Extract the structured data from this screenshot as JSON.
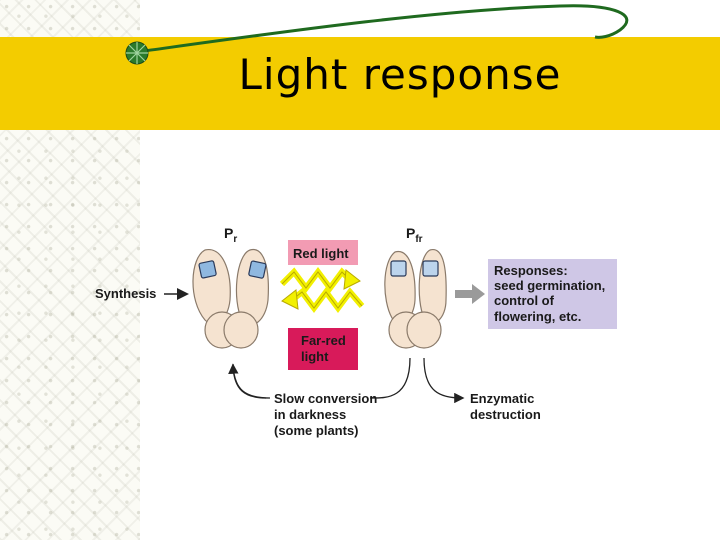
{
  "slide": {
    "title": "Light response"
  },
  "diagram": {
    "pr_label": "P",
    "pr_sub": "r",
    "pfr_label": "P",
    "pfr_sub": "fr",
    "red_light": "Red light",
    "far_red_light": [
      "Far-red",
      "light"
    ],
    "synthesis": "Synthesis",
    "responses": [
      "Responses:",
      "seed germination,",
      "control of",
      "flowering, etc."
    ],
    "slow_conversion": [
      "Slow conversion",
      "in darkness",
      "(some plants)"
    ],
    "enzymatic": [
      "Enzymatic",
      "destruction"
    ]
  },
  "colors": {
    "banner": "#f3cc00",
    "red_light_box": "#f29bb3",
    "far_red_box": "#d81a5a",
    "responses_box": "#cfc7e6",
    "zigzag": "#f2f000",
    "protein_body": "#f5e3d0",
    "chromophore": "#8fb8e0"
  },
  "icons": [
    "decorative-sphere-icon",
    "curved-line-decoration"
  ]
}
